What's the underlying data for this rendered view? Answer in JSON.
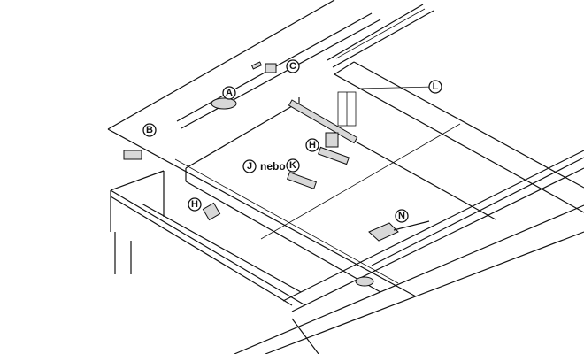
{
  "diagram": {
    "labels": {
      "a": "A",
      "b": "B",
      "c": "C",
      "h1": "H",
      "h2": "H",
      "j": "J",
      "or_word": "nebo",
      "k": "K",
      "l": "L",
      "n": "N"
    }
  }
}
